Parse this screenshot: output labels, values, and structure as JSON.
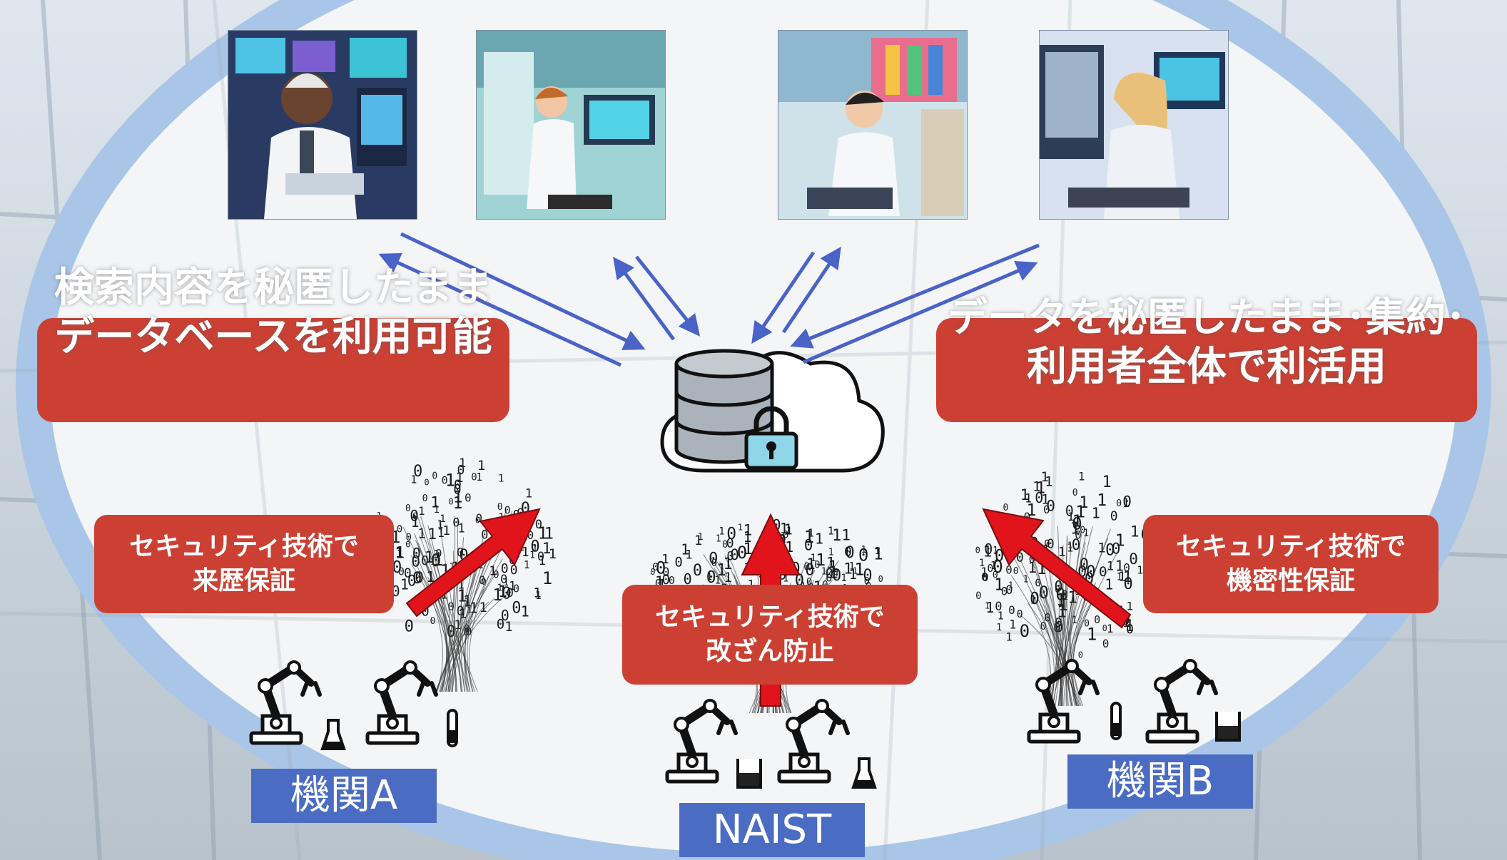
{
  "callouts": {
    "search_private": "検索内容を秘匿したまま\nデータベースを利用可能",
    "data_private": "データを秘匿したまま･集約･\n利用者全体で利活用"
  },
  "security_labels": {
    "provenance": "セキュリティ技術で\n来歴保証",
    "tamper": "セキュリティ技術で\n改ざん防止",
    "confidentiality": "セキュリティ技術で\n機密性保証"
  },
  "institutions": {
    "a": "機関A",
    "naist": "NAIST",
    "b": "機関B"
  },
  "binary_digits": "0110100101110010011011000110110001101001",
  "colors": {
    "callout_red": "#cc4034",
    "institution_blue": "#4a6cc3",
    "arrow_blue": "#4a63c8",
    "arrow_red": "#e0141a",
    "ring_blue": "#a9c6e8"
  },
  "icons": [
    "database-icon",
    "cloud-icon",
    "lock-icon",
    "robot-arm-icon",
    "flask-icon",
    "beaker-icon",
    "test-tube-icon"
  ]
}
